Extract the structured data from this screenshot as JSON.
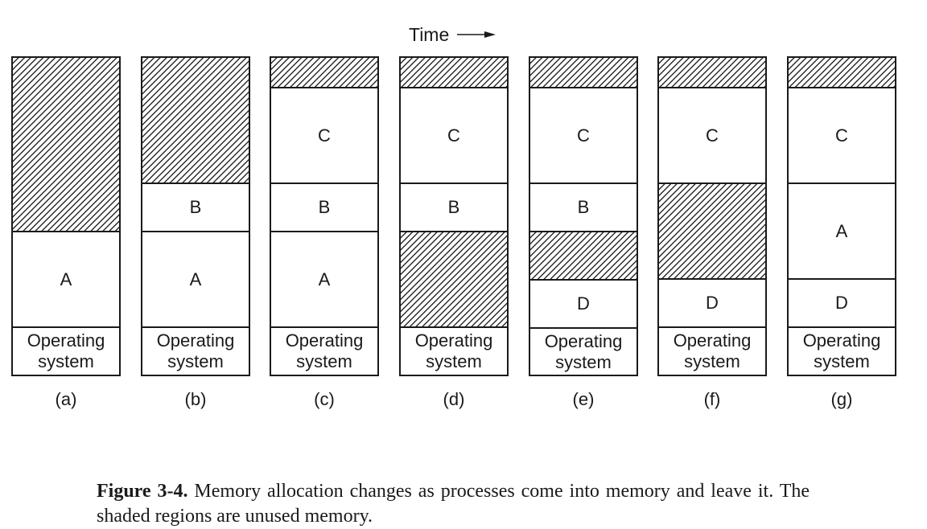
{
  "time_label": "Time",
  "columns": [
    {
      "label": "(a)",
      "segments": [
        {
          "type": "unused",
          "size": 3.6
        },
        {
          "type": "process",
          "label": "A",
          "size": 2.0
        },
        {
          "type": "os",
          "label": "Operating system",
          "size": 1.0
        }
      ]
    },
    {
      "label": "(b)",
      "segments": [
        {
          "type": "unused",
          "size": 2.6
        },
        {
          "type": "process",
          "label": "B",
          "size": 1.0
        },
        {
          "type": "process",
          "label": "A",
          "size": 2.0
        },
        {
          "type": "os",
          "label": "Operating system",
          "size": 1.0
        }
      ]
    },
    {
      "label": "(c)",
      "segments": [
        {
          "type": "unused",
          "size": 0.6
        },
        {
          "type": "process",
          "label": "C",
          "size": 2.0
        },
        {
          "type": "process",
          "label": "B",
          "size": 1.0
        },
        {
          "type": "process",
          "label": "A",
          "size": 2.0
        },
        {
          "type": "os",
          "label": "Operating system",
          "size": 1.0
        }
      ]
    },
    {
      "label": "(d)",
      "segments": [
        {
          "type": "unused",
          "size": 0.6
        },
        {
          "type": "process",
          "label": "C",
          "size": 2.0
        },
        {
          "type": "process",
          "label": "B",
          "size": 1.0
        },
        {
          "type": "unused",
          "size": 2.0
        },
        {
          "type": "os",
          "label": "Operating system",
          "size": 1.0
        }
      ]
    },
    {
      "label": "(e)",
      "segments": [
        {
          "type": "unused",
          "size": 0.6
        },
        {
          "type": "process",
          "label": "C",
          "size": 2.0
        },
        {
          "type": "process",
          "label": "B",
          "size": 1.0
        },
        {
          "type": "unused",
          "size": 1.0
        },
        {
          "type": "process",
          "label": "D",
          "size": 1.0
        },
        {
          "type": "os",
          "label": "Operating system",
          "size": 1.0
        }
      ]
    },
    {
      "label": "(f)",
      "segments": [
        {
          "type": "unused",
          "size": 0.6
        },
        {
          "type": "process",
          "label": "C",
          "size": 2.0
        },
        {
          "type": "unused",
          "size": 2.0
        },
        {
          "type": "process",
          "label": "D",
          "size": 1.0
        },
        {
          "type": "os",
          "label": "Operating system",
          "size": 1.0
        }
      ]
    },
    {
      "label": "(g)",
      "segments": [
        {
          "type": "unused",
          "size": 0.6
        },
        {
          "type": "process",
          "label": "C",
          "size": 2.0
        },
        {
          "type": "process",
          "label": "A",
          "size": 2.0
        },
        {
          "type": "process",
          "label": "D",
          "size": 1.0
        },
        {
          "type": "os",
          "label": "Operating system",
          "size": 1.0
        }
      ]
    }
  ],
  "caption": {
    "prefix": "Figure 3-4.",
    "text": "Memory allocation changes as processes come into memory and leave it. The shaded regions are unused memory."
  }
}
